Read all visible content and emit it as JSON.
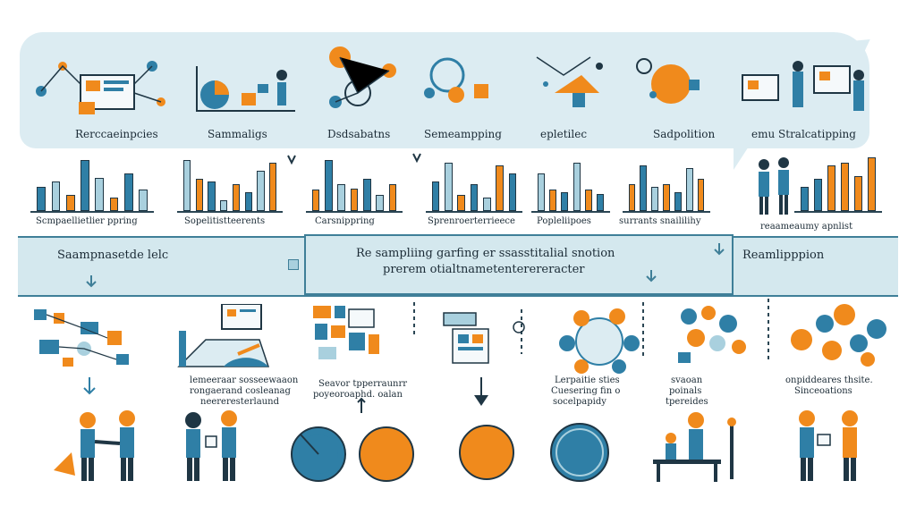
{
  "colors": {
    "teal": "#2f7fa6",
    "orange": "#f08a1c",
    "light": "#dcecf2",
    "dark": "#1f3644",
    "pale": "#a9d0de"
  },
  "top_labels": [
    "Rerccaeinpcies",
    "Sammaligs",
    "Dsdsabatns",
    "Semeampping",
    "epletilec",
    "Sadpolition",
    "emu Stralcatipping"
  ],
  "chart_labels": [
    "Scmpaellietlier ppring",
    "Sopelitistteerents",
    "Carsnippring",
    "Sprenroerterrieece",
    "Popleliipoes",
    "surrants snaililihy",
    "reaameaumy apnlist"
  ],
  "band": {
    "left": "Saampnasetde lelc",
    "center_line1": "Re sampliing garfing er ssasstitalial snotion",
    "center_line2": "prerem otialtnametenterereracter",
    "right": "Reamlipppion"
  },
  "bottom_labels": [
    {
      "l1": "lemeeraar sosseewaaon",
      "l2": "rongaerand cosleanag",
      "l3": "neereresterlaund"
    },
    {
      "l1": "Seavor tpperraunrr",
      "l2": "poyeoroaphd. oalan",
      "l3": ""
    },
    {
      "l1": "Lerpaitie sties",
      "l2": "Cuesering fin o",
      "l3": "socelpapidy"
    },
    {
      "l1": "svaoan",
      "l2": "poinals",
      "l3": "tpereides"
    },
    {
      "l1": "onpiddeares thsite.",
      "l2": "Sinceoations",
      "l3": ""
    }
  ],
  "chart_data": [
    {
      "type": "bar",
      "values": [
        0.45,
        0.55,
        0.3,
        0.95,
        0.62,
        0.25,
        0.7,
        0.4
      ]
    },
    {
      "type": "bar",
      "values": [
        0.95,
        0.6,
        0.55,
        0.2,
        0.5,
        0.35,
        0.75,
        0.9
      ]
    },
    {
      "type": "bar",
      "values": [
        0.4,
        0.95,
        0.5,
        0.42,
        0.6,
        0.3,
        0.5
      ]
    },
    {
      "type": "bar",
      "values": [
        0.55,
        0.9,
        0.3,
        0.5,
        0.25,
        0.85,
        0.7
      ]
    },
    {
      "type": "bar",
      "values": [
        0.7,
        0.4,
        0.35,
        0.9,
        0.4,
        0.32
      ]
    },
    {
      "type": "bar",
      "values": [
        0.5,
        0.85,
        0.45,
        0.5,
        0.35,
        0.8,
        0.6
      ]
    },
    {
      "type": "bar",
      "values": [
        0.45,
        0.6,
        0.85,
        0.9,
        0.65,
        1.0
      ]
    }
  ]
}
